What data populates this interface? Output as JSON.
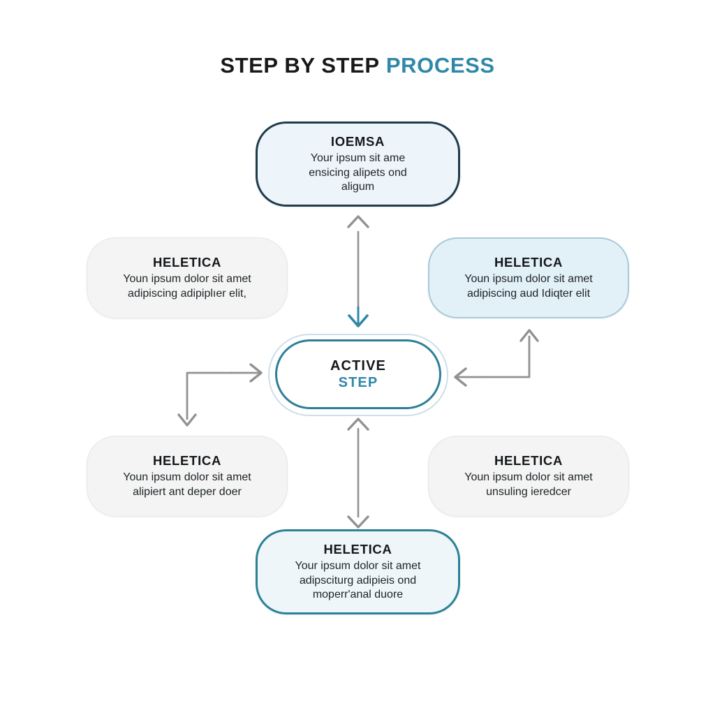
{
  "page": {
    "title_dark": "STEP BY STEP",
    "title_accent": "PROCESS"
  },
  "colors": {
    "accent_teal": "#2f88a8",
    "node_navy_border": "#1f3c4d",
    "node_teal_border": "#2b8296",
    "node_blue_fill": "#e2f0f8",
    "node_blue_border": "#a9c9d9",
    "node_grey_fill": "#f4f4f4",
    "arrow_grey": "#919191",
    "arrow_teal": "#2f88a8",
    "text_dark": "#14171a",
    "background": "#ffffff"
  },
  "nodes": {
    "top": {
      "heading": "IOEMSA",
      "body_lines": [
        "Your ipsum sit ame",
        "ensicing alipets ond",
        "aligum"
      ],
      "style": "navy-outline"
    },
    "left_middle": {
      "heading": "HELETICA",
      "body_lines": [
        "Youn ipsum dolor sit amet",
        "adipiscing adipiplıer elit,"
      ],
      "style": "grey"
    },
    "right_middle": {
      "heading": "HELETICA",
      "body_lines": [
        "Youn ipsum dolor sit amet",
        "adipiscing aud Idiqter elit"
      ],
      "style": "light-blue"
    },
    "active": {
      "line1": "ACTIVE",
      "line2": "STEP",
      "style": "double-ring-teal"
    },
    "left_bottom": {
      "heading": "HELETICA",
      "body_lines": [
        "Youn ipsum dolor sit amet",
        "alipiert ant deper doer"
      ],
      "style": "grey"
    },
    "right_bottom": {
      "heading": "HELETICA",
      "body_lines": [
        "Youn ipsum dolor sit amet",
        "unsuling ieredcer"
      ],
      "style": "grey"
    },
    "bottom": {
      "heading": "HELETICA",
      "body_lines": [
        "Your ipsum dolor sit amet",
        "adipsciturg adipieis ond",
        "moperr'anal duore"
      ],
      "style": "teal-outline"
    }
  },
  "connectors": [
    {
      "name": "top-vertical-up",
      "from": "active",
      "to": "top",
      "direction": "up",
      "color": "#919191"
    },
    {
      "name": "top-vertical-down",
      "from": "top",
      "to": "active",
      "direction": "down",
      "color": "#2f88a8"
    },
    {
      "name": "left-elbow-down",
      "from": "active",
      "to": "left_bottom",
      "direction": "down",
      "color": "#919191"
    },
    {
      "name": "left-arrow-in",
      "from": "left_middle",
      "to": "active",
      "direction": "right",
      "color": "#919191"
    },
    {
      "name": "right-elbow-up",
      "from": "right_bottom",
      "to": "right_middle",
      "direction": "up",
      "color": "#919191"
    },
    {
      "name": "right-arrow-in",
      "from": "right_middle",
      "to": "active",
      "direction": "left",
      "color": "#919191"
    },
    {
      "name": "bottom-vertical-up",
      "from": "bottom",
      "to": "active",
      "direction": "up",
      "color": "#919191"
    },
    {
      "name": "bottom-vertical-down",
      "from": "active",
      "to": "bottom",
      "direction": "down",
      "color": "#919191"
    }
  ]
}
